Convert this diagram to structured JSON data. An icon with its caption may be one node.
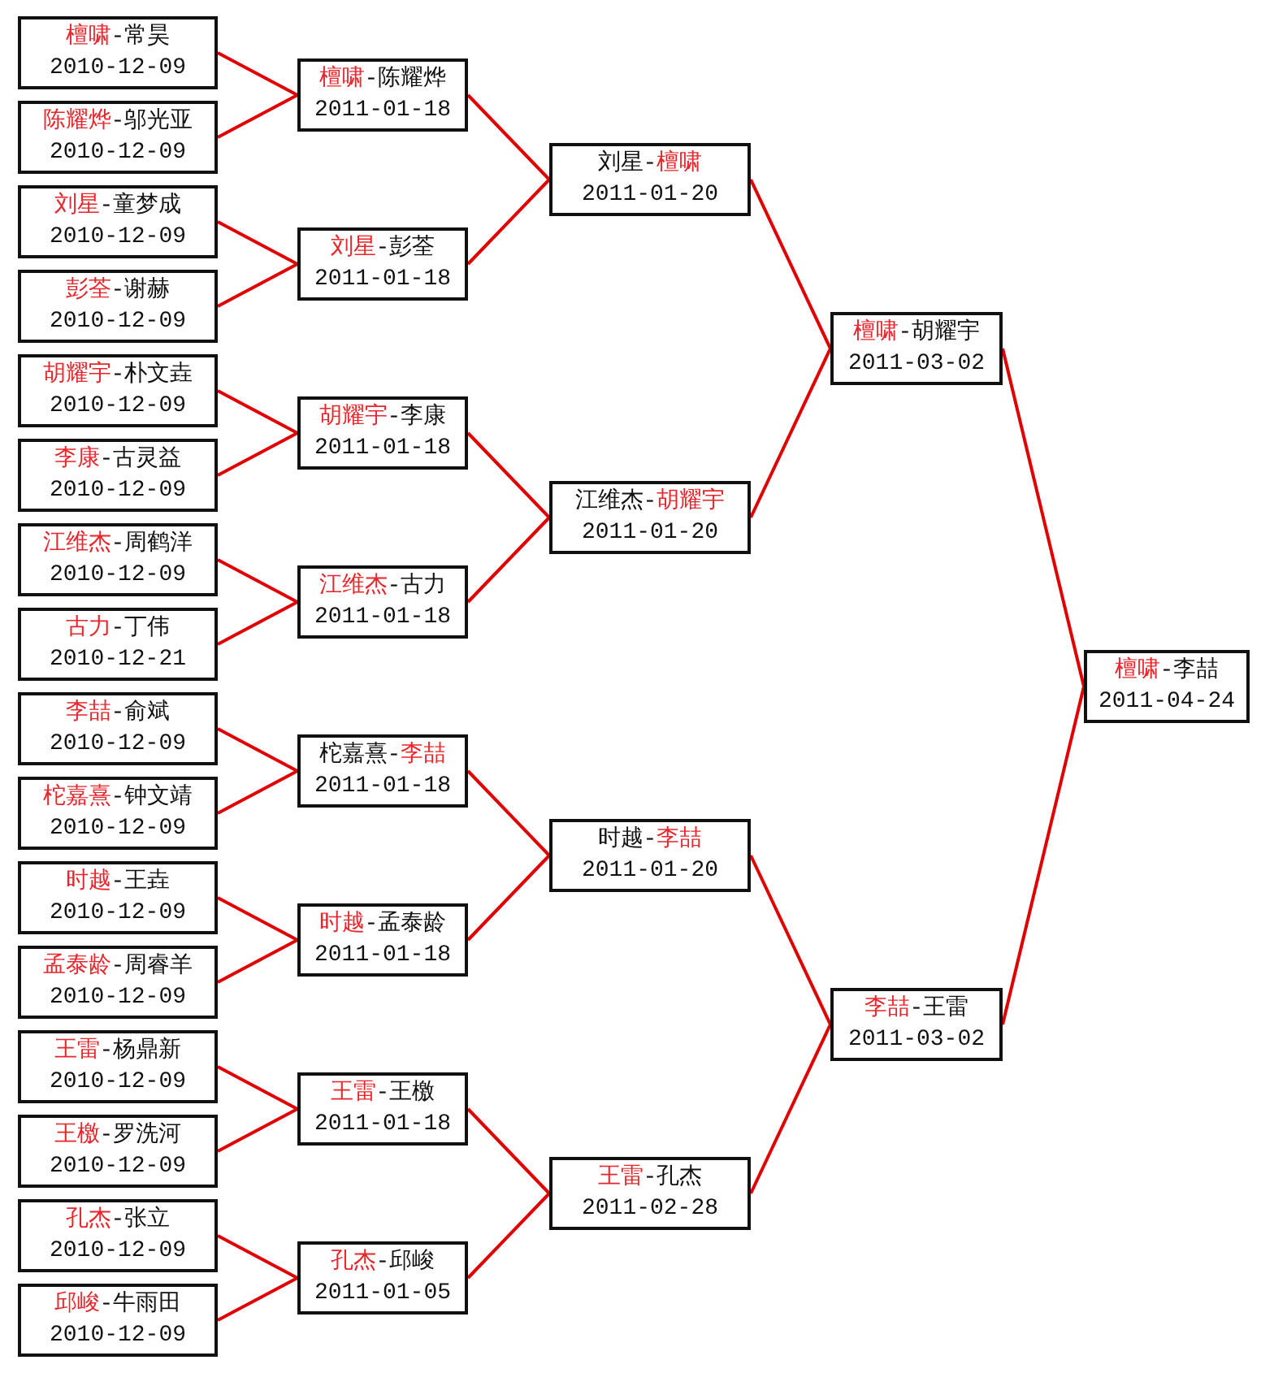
{
  "diagram": {
    "nodes": [
      {
        "text": [
          "檀啸-常昊",
          "2010-12-09"
        ]
      },
      {
        "text": [
          "陈耀烨-邬光亚",
          "2010-12-09"
        ]
      },
      {
        "text": [
          "刘星-童梦成",
          "2010-12-09"
        ]
      },
      {
        "text": [
          "彭荃-谢赫",
          "2010-12-09"
        ]
      },
      {
        "text": [
          "胡耀宇-朴文垚",
          "2010-12-09"
        ]
      },
      {
        "text": [
          "李康-古灵益",
          "2010-12-09"
        ]
      },
      {
        "text": [
          "江维杰-周鹤洋",
          "2010-12-09"
        ]
      },
      {
        "text": [
          "古力-丁伟",
          "2010-12-21"
        ]
      },
      {
        "text": [
          "李喆-俞斌",
          "2010-12-09"
        ]
      },
      {
        "text": [
          "柁嘉熹-钟文靖",
          "2010-12-09"
        ]
      },
      {
        "text": [
          "时越-王垚",
          "2010-12-09"
        ]
      },
      {
        "text": [
          "孟泰龄-周睿羊",
          "2010-12-09"
        ]
      },
      {
        "text": [
          "王雷-杨鼎新",
          "2010-12-09"
        ]
      },
      {
        "text": [
          "王檄-罗洗河",
          "2010-12-09"
        ]
      },
      {
        "text": [
          "孔杰-张立",
          "2010-12-09"
        ]
      },
      {
        "text": [
          "邱峻-牛雨田",
          "2010-12-09"
        ]
      },
      {
        "text": [
          "檀啸-陈耀烨",
          "2011-01-18"
        ]
      },
      {
        "text": [
          "刘星-彭荃",
          "2011-01-18"
        ]
      },
      {
        "text": [
          "胡耀宇-李康",
          "2011-01-18"
        ]
      },
      {
        "text": [
          "江维杰-古力",
          "2011-01-18"
        ]
      },
      {
        "text": [
          "柁嘉熹-李喆",
          "2011-01-18"
        ]
      },
      {
        "text": [
          "时越-孟泰龄",
          "2011-01-18"
        ]
      },
      {
        "text": [
          "王雷-王檄",
          "2011-01-18"
        ]
      },
      {
        "text": [
          "孔杰-邱峻",
          "2011-01-05"
        ]
      },
      {
        "text": [
          "刘星-檀啸",
          "2011-01-20"
        ]
      },
      {
        "text": [
          "江维杰-胡耀宇",
          "2011-01-20"
        ]
      },
      {
        "text": [
          "时越-李喆",
          "2011-01-20"
        ]
      },
      {
        "text": [
          "王雷-孔杰",
          "2011-02-28"
        ]
      },
      {
        "text": [
          "檀啸-胡耀宇",
          "2011-03-02"
        ]
      },
      {
        "text": [
          "李喆-王雷",
          "2011-03-02"
        ]
      },
      {
        "text": [
          "檀啸-李喆",
          "2011-04-24"
        ]
      }
    ],
    "edges": [
      {
        "from": 0,
        "to": 16,
        "arrow": "none"
      },
      {
        "from": 1,
        "to": 16,
        "arrow": "none"
      },
      {
        "from": 2,
        "to": 17,
        "arrow": "none"
      },
      {
        "from": 3,
        "to": 17,
        "arrow": "none"
      },
      {
        "from": 4,
        "to": 18,
        "arrow": "none"
      },
      {
        "from": 5,
        "to": 18,
        "arrow": "none"
      },
      {
        "from": 6,
        "to": 19,
        "arrow": "none"
      },
      {
        "from": 7,
        "to": 19,
        "arrow": "none"
      },
      {
        "from": 8,
        "to": 20,
        "arrow": "none"
      },
      {
        "from": 9,
        "to": 20,
        "arrow": "none"
      },
      {
        "from": 10,
        "to": 21,
        "arrow": "none"
      },
      {
        "from": 11,
        "to": 21,
        "arrow": "none"
      },
      {
        "from": 12,
        "to": 22,
        "arrow": "none"
      },
      {
        "from": 13,
        "to": 22,
        "arrow": "none"
      },
      {
        "from": 14,
        "to": 23,
        "arrow": "none"
      },
      {
        "from": 15,
        "to": 23,
        "arrow": "none"
      },
      {
        "from": 16,
        "to": 24,
        "arrow": "none"
      },
      {
        "from": 17,
        "to": 24,
        "arrow": "none"
      },
      {
        "from": 18,
        "to": 25,
        "arrow": "none"
      },
      {
        "from": 19,
        "to": 25,
        "arrow": "none"
      },
      {
        "from": 20,
        "to": 26,
        "arrow": "none"
      },
      {
        "from": 21,
        "to": 26,
        "arrow": "none"
      },
      {
        "from": 22,
        "to": 27,
        "arrow": "none"
      },
      {
        "from": 23,
        "to": 27,
        "arrow": "none"
      },
      {
        "from": 24,
        "to": 28,
        "arrow": "none"
      },
      {
        "from": 25,
        "to": 28,
        "arrow": "none"
      },
      {
        "from": 26,
        "to": 29,
        "arrow": "none"
      },
      {
        "from": 27,
        "to": 29,
        "arrow": "none"
      },
      {
        "from": 28,
        "to": 30,
        "arrow": "none"
      },
      {
        "from": 29,
        "to": 30,
        "arrow": "none"
      }
    ]
  }
}
